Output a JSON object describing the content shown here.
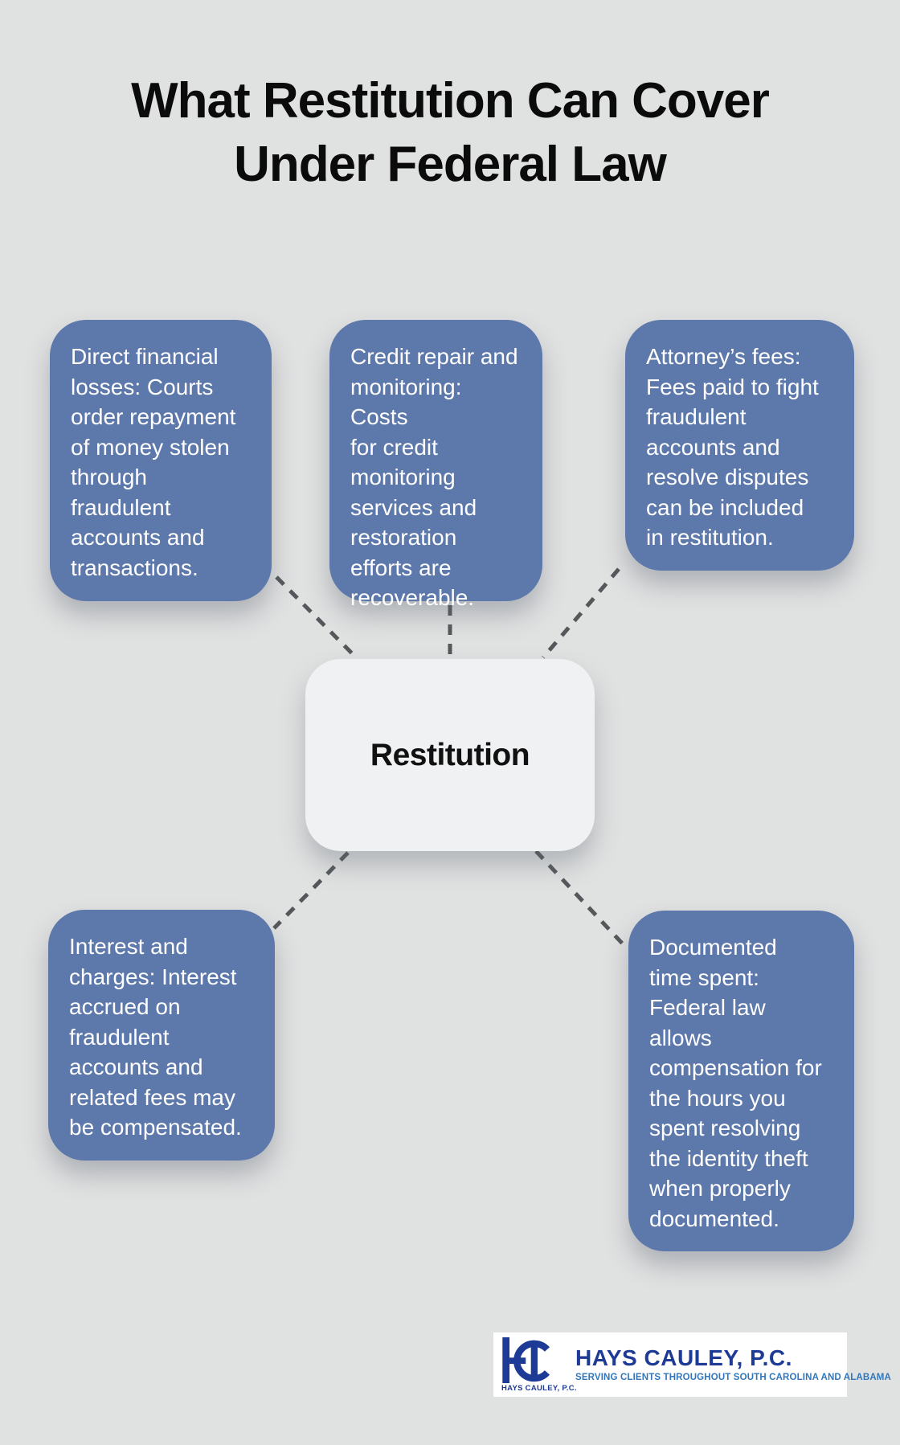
{
  "title": {
    "line1": "What Restitution Can Cover",
    "line2": "Under Federal Law"
  },
  "center_node": {
    "label": "Restitution"
  },
  "nodes": [
    {
      "id": "direct-financial-losses",
      "text": "Direct financial\nlosses: Courts\norder repayment\nof money stolen\nthrough\nfraudulent\naccounts and\ntransactions."
    },
    {
      "id": "credit-repair-and-monitoring",
      "text": "Credit repair and\nmonitoring: Costs\nfor credit\nmonitoring\nservices and\nrestoration\nefforts are\nrecoverable."
    },
    {
      "id": "attorneys-fees",
      "text": "Attorney’s fees:\nFees paid to fight\nfraudulent\naccounts and\nresolve disputes\ncan be included\nin restitution."
    },
    {
      "id": "interest-and-charges",
      "text": "Interest and\ncharges: Interest\naccrued on\nfraudulent\naccounts and\nrelated fees may\nbe compensated."
    },
    {
      "id": "documented-time-spent",
      "text": "Documented\ntime spent:\nFederal law\nallows\ncompensation for\nthe hours you\nspent resolving\nthe identity theft\nwhen properly\ndocumented."
    }
  ],
  "footer": {
    "monogram": "HC",
    "firm_name": "HAYS CAULEY, P.C.",
    "tagline": "SERVING CLIENTS THROUGHOUT SOUTH CAROLINA AND ALABAMA",
    "logo_caption": "HAYS CAULEY, P.C."
  },
  "colors": {
    "background": "#e0e1e1",
    "node_fill": "#5d78ab",
    "node_text": "#ffffff",
    "center_fill": "#f0f1f2",
    "connector": "#54585b",
    "title_text": "#0b0b0b",
    "brand_navy": "#1c3a96",
    "brand_blue": "#3277bb"
  }
}
